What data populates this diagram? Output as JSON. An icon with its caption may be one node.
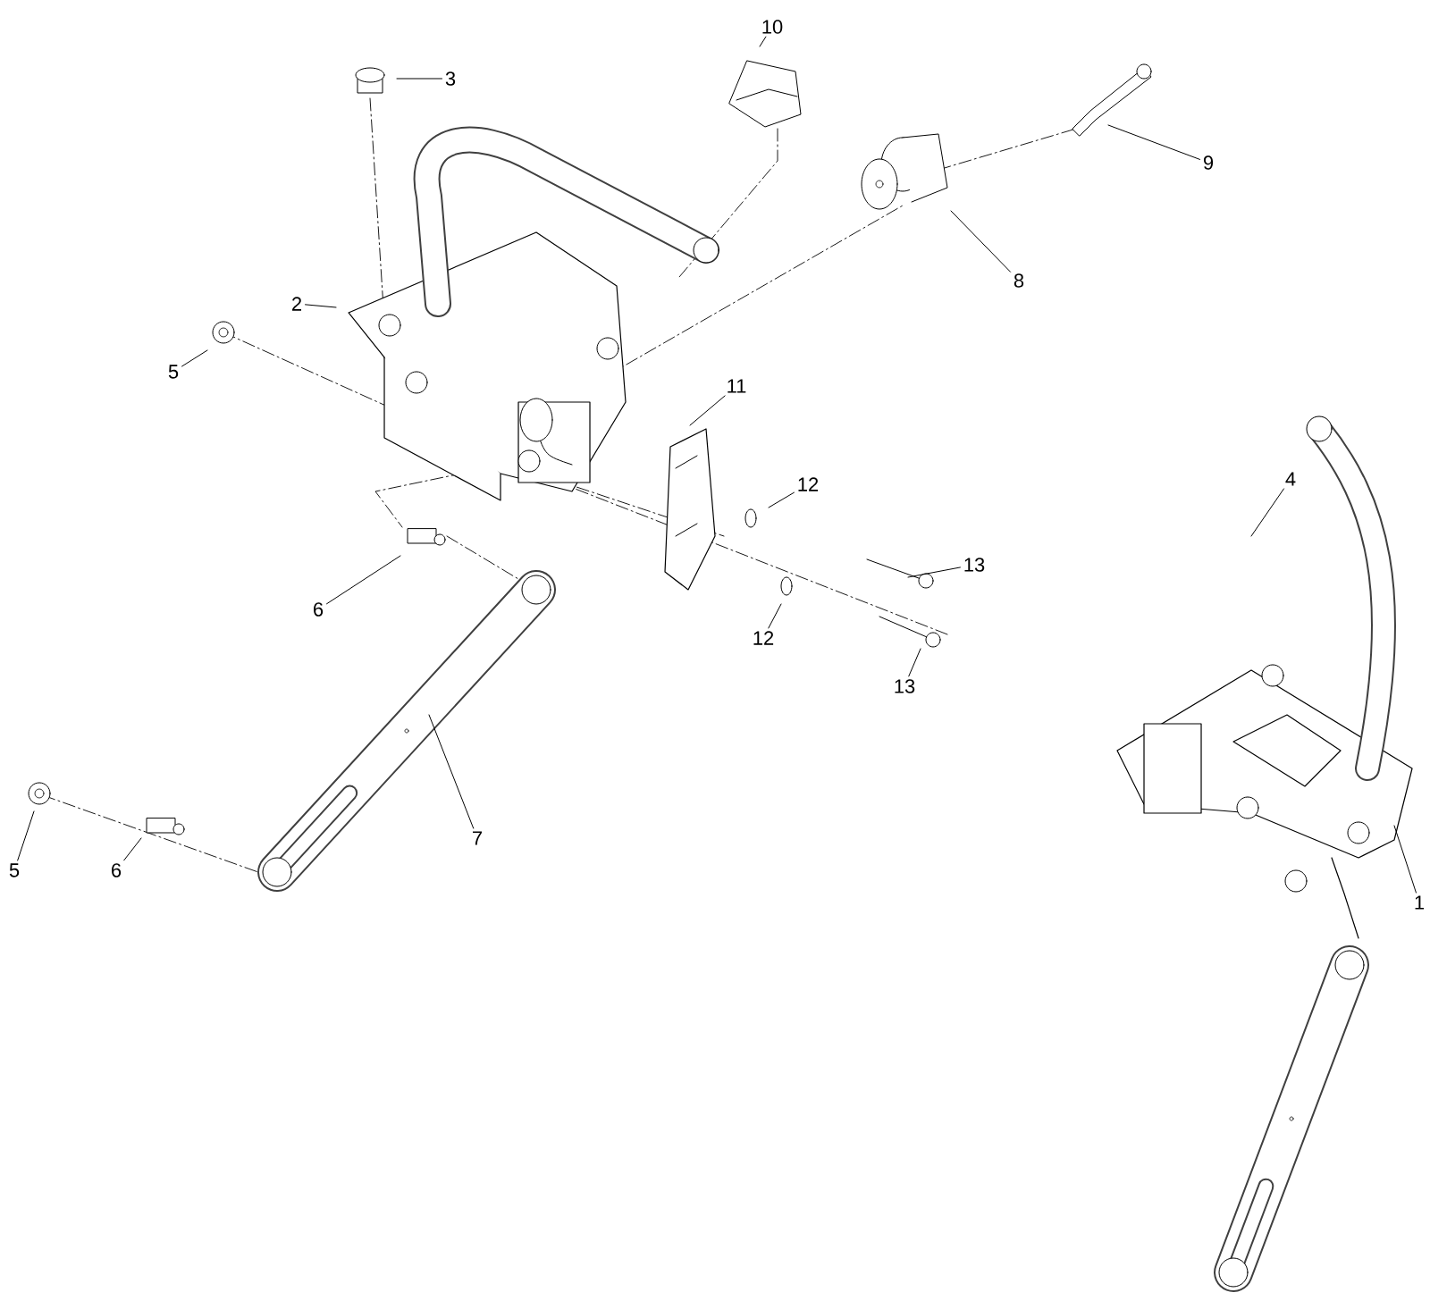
{
  "diagram": {
    "nodes": [
      {
        "text": [
          "3"
        ]
      },
      {
        "text": [
          "10"
        ]
      },
      {
        "text": [
          "9"
        ]
      },
      {
        "text": [
          "2"
        ]
      },
      {
        "text": [
          "8"
        ]
      },
      {
        "text": [
          "5"
        ]
      },
      {
        "text": [
          "11"
        ]
      },
      {
        "text": [
          "4"
        ]
      },
      {
        "text": [
          "12"
        ]
      },
      {
        "text": [
          "13"
        ]
      },
      {
        "text": [
          "6"
        ]
      },
      {
        "text": [
          "12"
        ]
      },
      {
        "text": [
          "13"
        ]
      },
      {
        "text": [
          "7"
        ]
      },
      {
        "text": [
          "5"
        ]
      },
      {
        "text": [
          "6"
        ]
      },
      {
        "text": [
          "1"
        ]
      }
    ],
    "edges": [
      {
        "from": 0,
        "to": null,
        "arrow": "none"
      },
      {
        "from": 1,
        "to": null,
        "arrow": "none"
      },
      {
        "from": 2,
        "to": null,
        "arrow": "none"
      },
      {
        "from": 3,
        "to": null,
        "arrow": "none"
      },
      {
        "from": 4,
        "to": null,
        "arrow": "none"
      },
      {
        "from": 5,
        "to": null,
        "arrow": "none"
      },
      {
        "from": 6,
        "to": null,
        "arrow": "none"
      },
      {
        "from": 7,
        "to": null,
        "arrow": "none"
      },
      {
        "from": 8,
        "to": null,
        "arrow": "none"
      },
      {
        "from": 9,
        "to": null,
        "arrow": "none"
      },
      {
        "from": 10,
        "to": null,
        "arrow": "none"
      },
      {
        "from": 11,
        "to": null,
        "arrow": "none"
      },
      {
        "from": 12,
        "to": null,
        "arrow": "none"
      },
      {
        "from": 13,
        "to": null,
        "arrow": "none"
      },
      {
        "from": 14,
        "to": null,
        "arrow": "none"
      },
      {
        "from": 15,
        "to": null,
        "arrow": "none"
      },
      {
        "from": 16,
        "to": null,
        "arrow": "none"
      }
    ]
  }
}
